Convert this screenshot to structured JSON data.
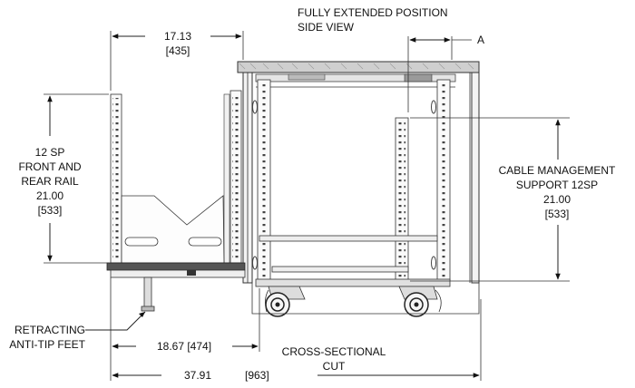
{
  "view": {
    "title_line1": "FULLY EXTENDED POSITION",
    "title_line2": "SIDE VIEW",
    "marker_a": "A"
  },
  "dimensions": {
    "drawer_width": {
      "value": "17.13",
      "metric": "[435]"
    },
    "front_rear_rail": {
      "line1": "12 SP",
      "line2": "FRONT AND",
      "line3": "REAR RAIL",
      "value": "21.00",
      "metric": "[533]"
    },
    "cable_support": {
      "line1": "CABLE MANAGEMENT",
      "line2": "SUPPORT 12SP",
      "value": "21.00",
      "metric": "[533]"
    },
    "extension": {
      "text": "18.67  [474]"
    },
    "overall": {
      "value": "37.91",
      "metric": "[963]"
    }
  },
  "callouts": {
    "feet_line1": "RETRACTING",
    "feet_line2": "ANTI-TIP FEET",
    "section_line1": "CROSS-SECTIONAL",
    "section_line2": "CUT"
  }
}
